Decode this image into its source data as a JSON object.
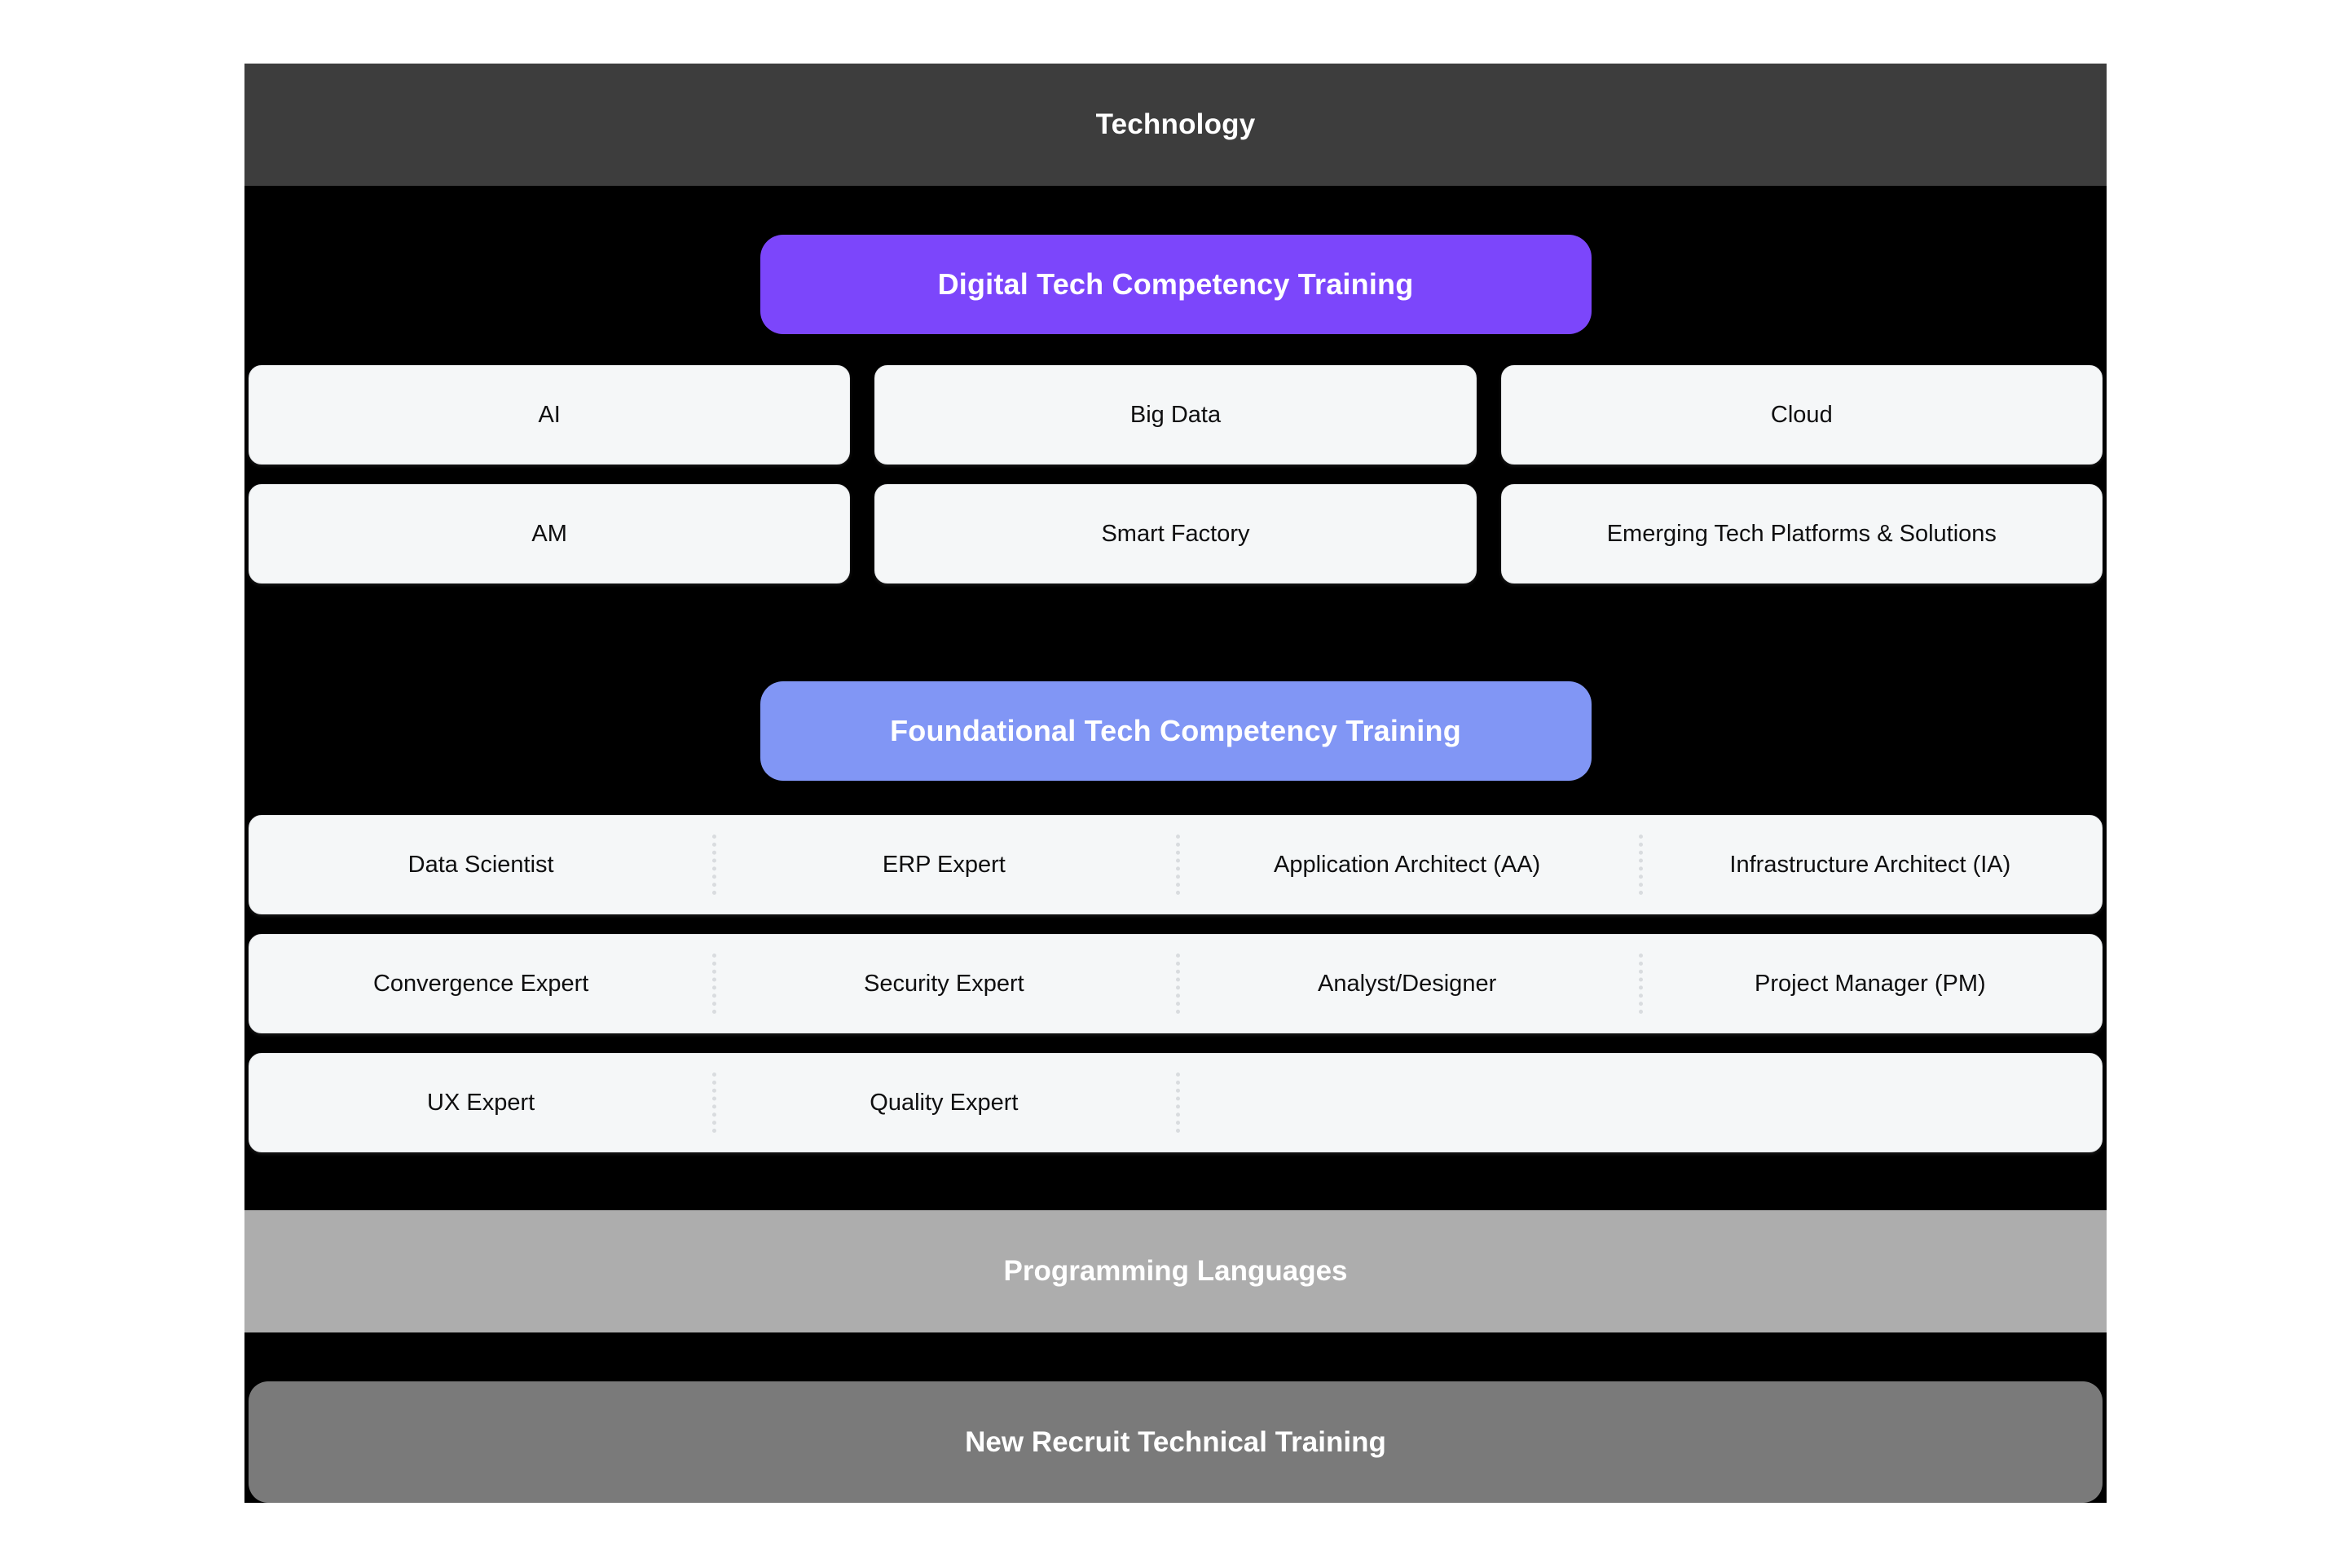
{
  "header": {
    "title": "Technology"
  },
  "digital_track": {
    "pill_label": "Digital Tech Competency Training",
    "pill_color": "#7C46FB",
    "cards": [
      {
        "label": "AI"
      },
      {
        "label": "Big Data"
      },
      {
        "label": "Cloud"
      },
      {
        "label": "AM"
      },
      {
        "label": "Smart Factory"
      },
      {
        "label": "Emerging Tech Platforms & Solutions"
      }
    ]
  },
  "foundational_track": {
    "pill_label": "Foundational Tech Competency Training",
    "pill_color": "#8196F5",
    "rows": [
      {
        "cells": [
          {
            "label": "Data Scientist"
          },
          {
            "label": "ERP Expert"
          },
          {
            "label": "Application Architect (AA)"
          },
          {
            "label": "Infrastructure Architect (IA)"
          }
        ]
      },
      {
        "cells": [
          {
            "label": "Convergence Expert"
          },
          {
            "label": "Security Expert"
          },
          {
            "label": "Analyst/Designer"
          },
          {
            "label": "Project Manager (PM)"
          }
        ]
      },
      {
        "cells": [
          {
            "label": "UX Expert"
          },
          {
            "label": "Quality Expert"
          },
          {
            "label": ""
          },
          {
            "label": ""
          }
        ]
      }
    ]
  },
  "programming_band": {
    "label": "Programming Languages",
    "color": "#ADADAD"
  },
  "recruit_band": {
    "label": "New Recruit Technical Training",
    "color": "#7A7A7A"
  },
  "theme": {
    "container_background": "#000000",
    "header_background": "#3D3D3D",
    "card_background": "#F5F7F8",
    "card_border": "#E6E8EA",
    "divider_color": "#D9DCDF",
    "page_background": "#FFFFFF"
  }
}
